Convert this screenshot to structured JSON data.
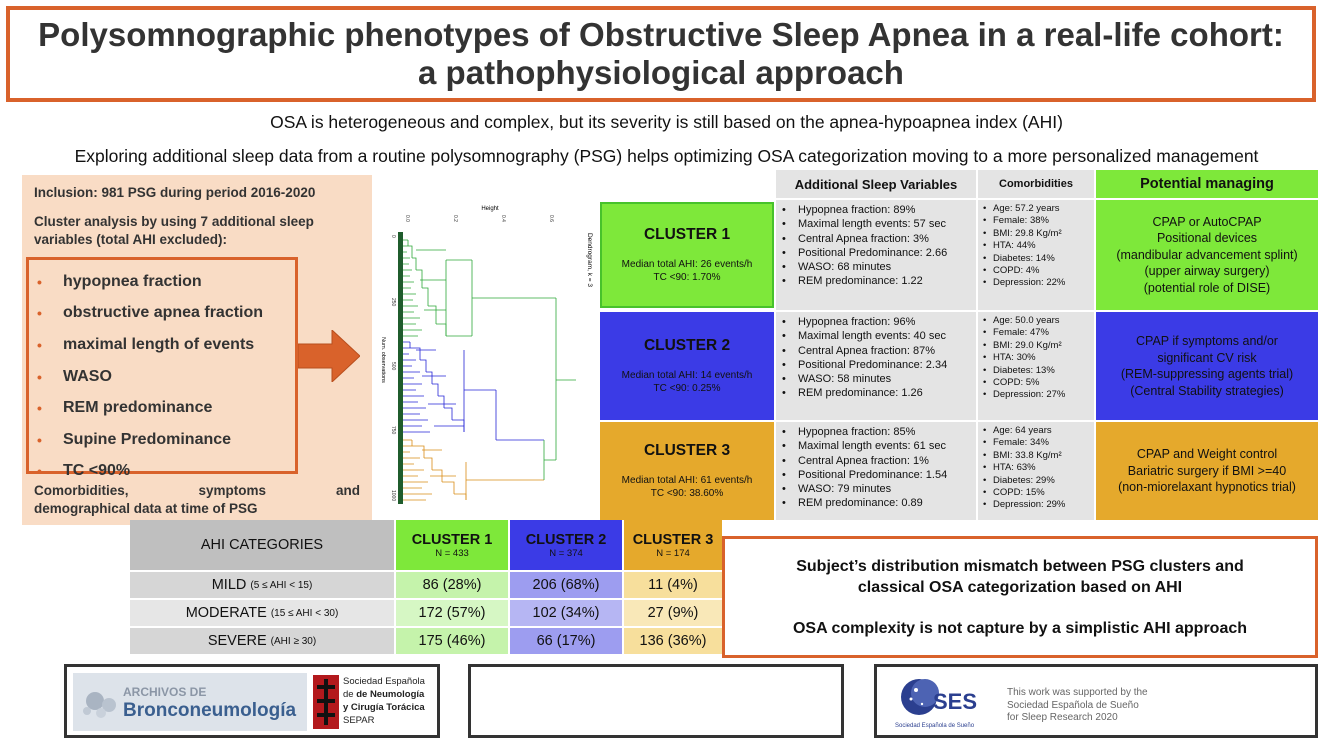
{
  "title": {
    "line1": "Polysomnographic phenotypes of Obstructive Sleep Apnea in a real-life cohort:",
    "line2": "a pathophysiological approach"
  },
  "intro": {
    "line1": "OSA is heterogeneous and complex, but its severity is still based on the apnea-hypoapnea index (AHI)",
    "line2": "Exploring additional sleep data from a routine polysomnography (PSG) helps optimizing OSA categorization moving to a more personalized management"
  },
  "inclusion": {
    "text": "Inclusion: 981 PSG during period 2016-2020",
    "cluster_analysis": "Cluster analysis by using 7 additional sleep variables (total AHI excluded):",
    "variables": [
      "hypopnea fraction",
      "obstructive apnea fraction",
      "maximal length of events",
      "WASO",
      "REM predominance",
      "Supine Predominance",
      "TC <90%"
    ],
    "footer_line1": "Comorbidities, symptoms and",
    "footer_line2": "demographical data at time of PSG"
  },
  "dendrogram": {
    "top_label": "Height",
    "top_ticks": [
      "0.0",
      "0.2",
      "0.4",
      "0.6"
    ],
    "left_label": "Num. observations",
    "left_ticks": [
      "0",
      "250",
      "500",
      "750",
      "1000"
    ],
    "right_label": "Dendrogram, k = 3"
  },
  "clusters_table": {
    "headers": {
      "vars": "Additional Sleep Variables",
      "comorb": "Comorbidities",
      "managing": "Potential managing"
    },
    "rows": [
      {
        "name": "CLUSTER 1",
        "ahi": "Median total AHI: 26 events/h",
        "tc": "TC <90: 1.70%",
        "vars": [
          "Hypopnea fraction: 89%",
          "Maximal length events: 57 sec",
          "Central Apnea fraction: 3%",
          "Positional Predominance: 2.66",
          "WASO: 68 minutes",
          "REM predominance: 1.22"
        ],
        "comorb": [
          "Age: 57.2 years",
          "Female: 38%",
          "BMI: 29.8 Kg/m²",
          "HTA: 44%",
          "Diabetes: 14%",
          "COPD: 4%",
          "Depression: 22%"
        ],
        "managing": [
          "CPAP or AutoCPAP",
          "Positional devices",
          "(mandibular advancement splint)",
          "(upper airway surgery)",
          "(potential role of DISE)"
        ],
        "color": "#7ee83a"
      },
      {
        "name": "CLUSTER 2",
        "ahi": "Median total AHI: 14 events/h",
        "tc": "TC <90: 0.25%",
        "vars": [
          "Hypopnea fraction: 96%",
          "Maximal length events: 40 sec",
          "Central Apnea fraction: 87%",
          "Positional Predominance: 2.34",
          "WASO: 58 minutes",
          "REM predominance: 1.26"
        ],
        "comorb": [
          "Age: 50.0 years",
          "Female: 47%",
          "BMI: 29.0 Kg/m²",
          "HTA: 30%",
          "Diabetes: 13%",
          "COPD: 5%",
          "Depression: 27%"
        ],
        "managing": [
          "CPAP if symptoms and/or",
          "significant CV risk",
          "(REM-suppressing agents trial)",
          "(Central Stability strategies)"
        ],
        "color": "#3b3be6"
      },
      {
        "name": "CLUSTER 3",
        "ahi": "Median total AHI: 61 events/h",
        "tc": "TC <90: 38.60%",
        "vars": [
          "Hypopnea fraction: 85%",
          "Maximal length events: 61 sec",
          "Central Apnea fraction: 1%",
          "Positional Predominance: 1.54",
          "WASO: 79 minutes",
          "REM predominance: 0.89"
        ],
        "comorb": [
          "Age: 64 years",
          "Female: 34%",
          "BMI: 33.8 Kg/m²",
          "HTA: 63%",
          "Diabetes: 29%",
          "COPD: 15%",
          "Depression: 29%"
        ],
        "managing": [
          "CPAP and Weight control",
          "Bariatric surgery if BMI >=40",
          "(non-miorelaxant hypnotics trial)"
        ],
        "color": "#e5a92c"
      }
    ]
  },
  "ahi_table": {
    "header": "AHI CATEGORIES",
    "clusters": [
      {
        "name": "CLUSTER 1",
        "n": "N = 433"
      },
      {
        "name": "CLUSTER 2",
        "n": "N = 374"
      },
      {
        "name": "CLUSTER 3",
        "n": "N = 174"
      }
    ],
    "rows": [
      {
        "label": "MILD",
        "range": "(5 ≤ AHI < 15)",
        "values": [
          "86 (28%)",
          "206 (68%)",
          "11 (4%)"
        ]
      },
      {
        "label": "MODERATE",
        "range": "(15 ≤ AHI < 30)",
        "values": [
          "172 (57%)",
          "102 (34%)",
          "27 (9%)"
        ]
      },
      {
        "label": "SEVERE",
        "range": "(AHI ≥ 30)",
        "values": [
          "175 (46%)",
          "66 (17%)",
          "136 (36%)"
        ]
      }
    ]
  },
  "conclusion": {
    "line1": "Subject’s distribution mismatch between PSG clusters and",
    "line2": "classical OSA categorization based on AHI",
    "line3": "OSA complexity is not capture by a simplistic AHI approach"
  },
  "logos": {
    "archivos1": "ARCHIVOS DE",
    "archivos2": "Bronconeumología",
    "separ1": "Sociedad Española",
    "separ2": "de Neumología",
    "separ3": "y Cirugía Torácica",
    "separ4": "SEPAR",
    "ses_abbr": "SES",
    "ses_full": "Sociedad Española de Sueño",
    "support1": "This work was supported by the",
    "support2": "Sociedad   Española   de   Sueño",
    "support3": "for Sleep Research 2020"
  }
}
